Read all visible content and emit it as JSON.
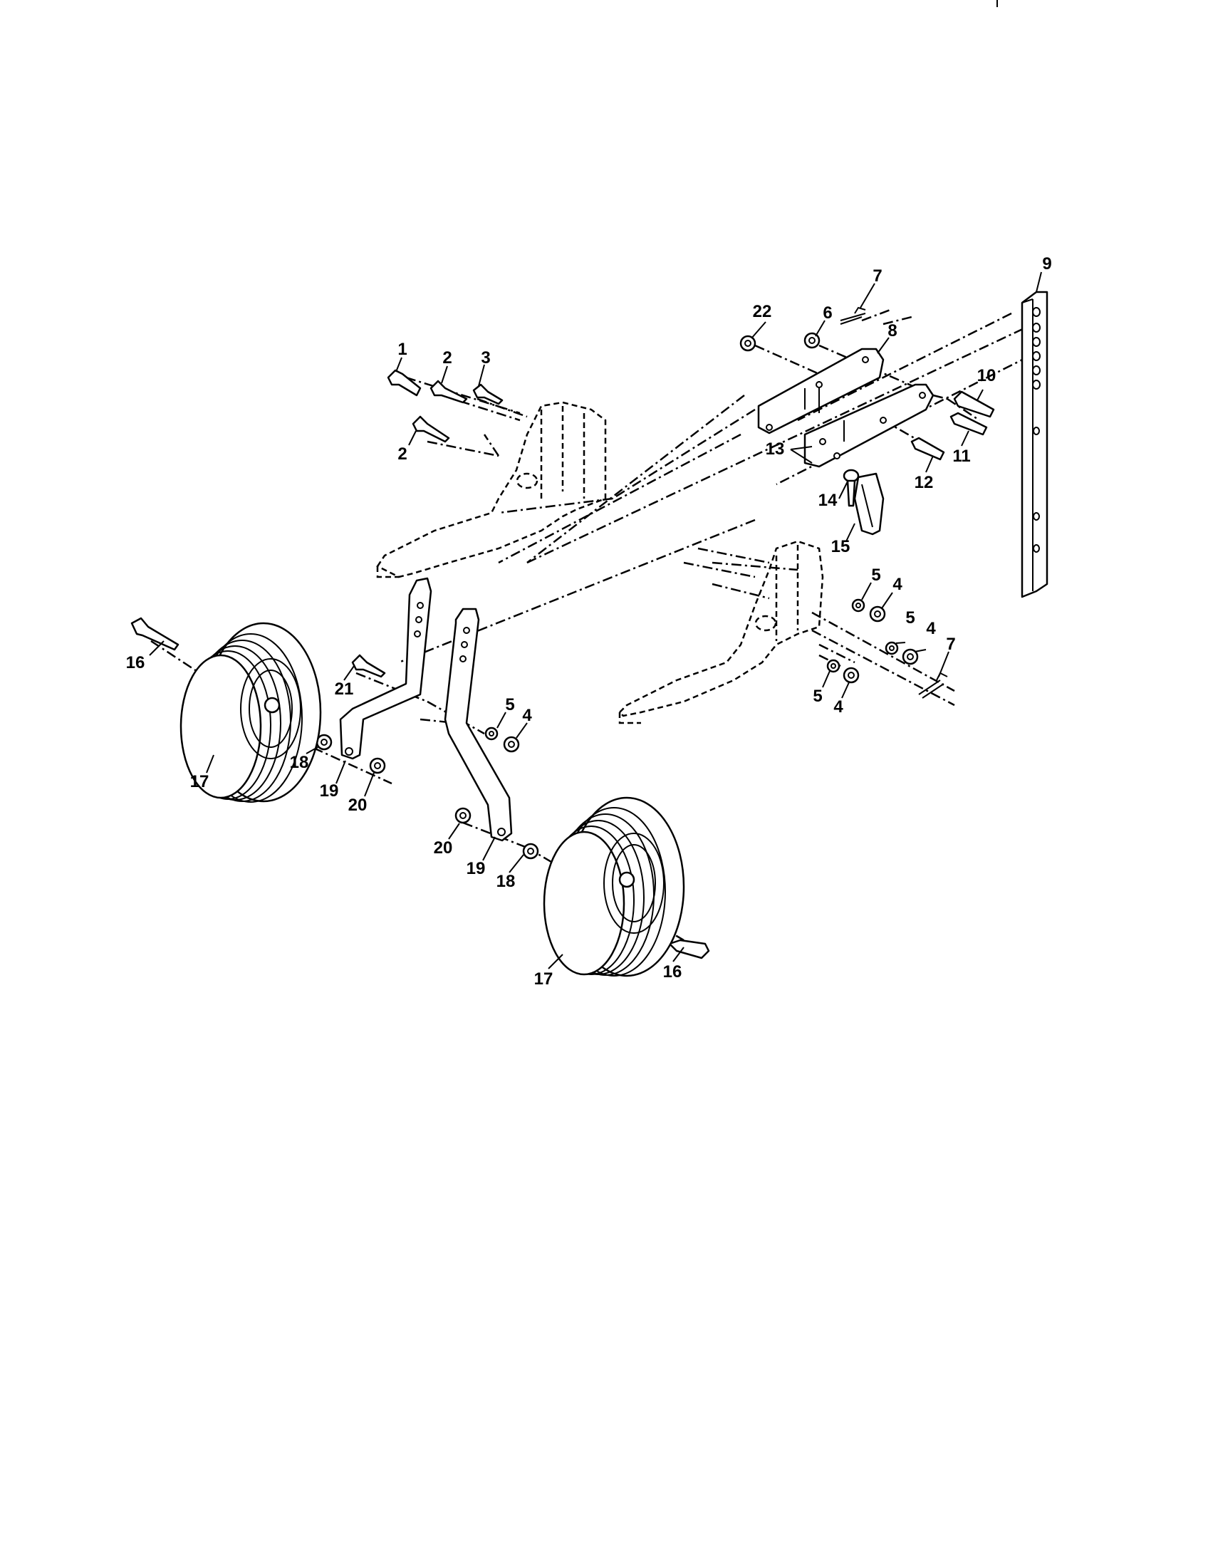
{
  "diagram": {
    "callouts": [
      "1",
      "2",
      "2",
      "3",
      "4",
      "4",
      "4",
      "4",
      "5",
      "5",
      "5",
      "5",
      "6",
      "7",
      "7",
      "8",
      "9",
      "10",
      "11",
      "12",
      "13",
      "14",
      "15",
      "16",
      "16",
      "17",
      "17",
      "18",
      "18",
      "19",
      "19",
      "20",
      "20",
      "21",
      "22"
    ]
  }
}
